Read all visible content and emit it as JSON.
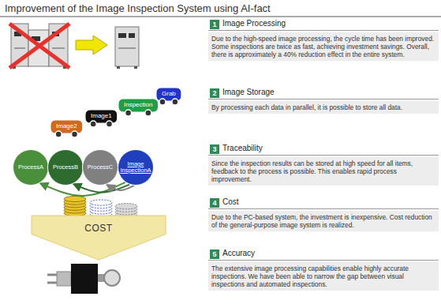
{
  "diagram": {
    "title": "Improvement of the Image Inspection System using AI-fact",
    "nodes": [
      {
        "text": [
          "Image2"
        ]
      },
      {
        "text": [
          "Image1"
        ]
      },
      {
        "text": [
          "Inspection"
        ]
      },
      {
        "text": [
          "Grab"
        ]
      },
      {
        "text": [
          "ProcessA"
        ]
      },
      {
        "text": [
          "ProcessB"
        ]
      },
      {
        "text": [
          "ProcessC"
        ]
      },
      {
        "text": [
          "Image InspectionA"
        ]
      },
      {
        "text": [
          "COST"
        ]
      },
      {
        "text": [
          "Image Processing",
          "Due to the high-speed image processing, the cycle time has been improved. Some inspections are twice as fast, achieving investment savings. Overall, there is approximately a 40% reduction effect in the entire system."
        ]
      },
      {
        "text": [
          "Image Storage",
          "By processing each data in parallel, it is possible to store all data."
        ]
      },
      {
        "text": [
          "Traceability",
          "Since the inspection results can be stored at high speed for all items, feedback to the process is possible. This enables rapid process improvement."
        ]
      },
      {
        "text": [
          "Cost",
          "Due to the PC-based system, the investment is inexpensive. Cost reduction of the general-purpose image system is realized."
        ]
      },
      {
        "text": [
          "Accuracy",
          "The extensive image processing capabilities enable highly accurate inspections. We have been able to narrow the gap between visual inspections and automated inspections."
        ]
      }
    ],
    "edges": [
      {
        "from": 7,
        "to": 4,
        "arrow": "to"
      },
      {
        "from": 7,
        "to": 5,
        "arrow": "to"
      },
      {
        "from": 7,
        "to": 6,
        "arrow": "to"
      }
    ],
    "labels": [
      "1",
      "2",
      "3",
      "4",
      "5"
    ]
  }
}
